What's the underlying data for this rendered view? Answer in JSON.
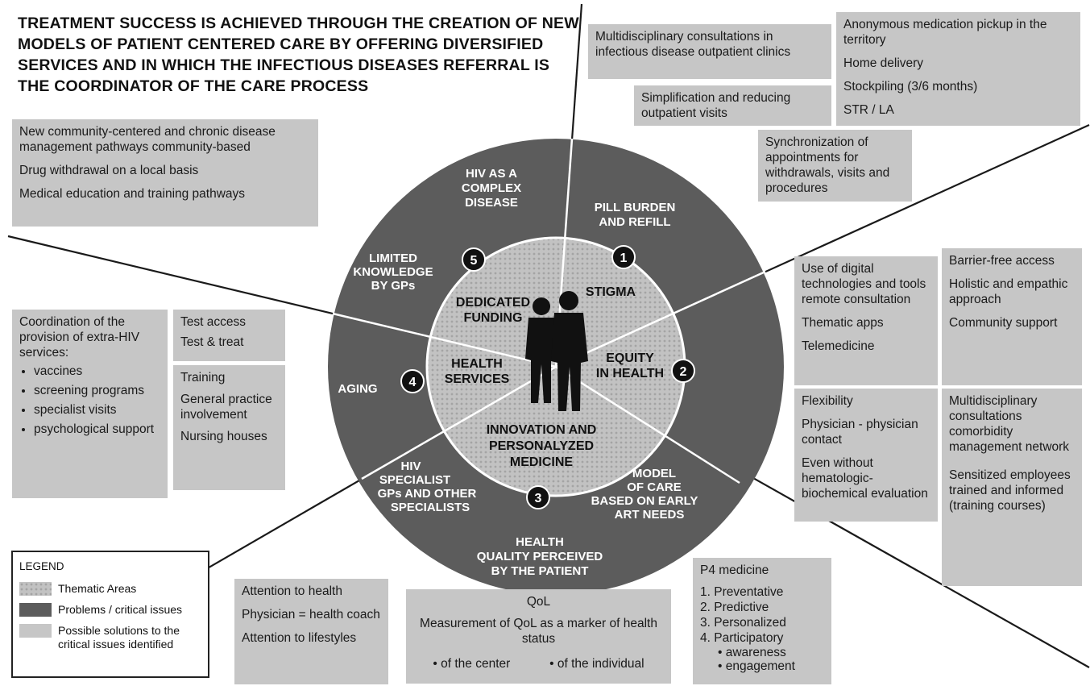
{
  "title": "TREATMENT SUCCESS IS ACHIEVED THROUGH THE CREATION OF NEW MODELS OF PATIENT CENTERED CARE BY OFFERING DIVERSIFIED SERVICES AND IN WHICH THE INFECTIOUS DISEASES REFERRAL IS THE COORDINATOR OF THE CARE PROCESS",
  "colors": {
    "problems": "#5c5c5c",
    "thematic": "#b7b7b7",
    "solutions": "#c6c6c6"
  },
  "inner": {
    "stigma": "STIGMA",
    "equity": [
      "EQUITY",
      "IN HEALTH"
    ],
    "innovation": [
      "INNOVATION AND",
      "PERSONALYZED",
      "MEDICINE"
    ],
    "health_services": [
      "HEALTH",
      "SERVICES"
    ],
    "funding": [
      "DEDICATED",
      "FUNDING"
    ]
  },
  "outer": {
    "pill": [
      "PILL BURDEN",
      "AND REFILL"
    ],
    "model": [
      "MODEL",
      "OF CARE",
      "BASED ON EARLY",
      "ART NEEDS"
    ],
    "quality": [
      "HEALTH",
      "QUALITY PERCEIVED",
      "BY THE PATIENT"
    ],
    "specialist": [
      "HIV",
      "SPECIALIST",
      "GPs AND OTHER",
      "SPECIALISTS"
    ],
    "aging": "AGING",
    "limited": [
      "LIMITED",
      "KNOWLEDGE",
      "BY GPs"
    ],
    "hiv_complex": [
      "HIV AS A",
      "COMPLEX",
      "DISEASE"
    ]
  },
  "numbers": [
    "1",
    "2",
    "3",
    "4",
    "5"
  ],
  "boxes": {
    "community": [
      "New community-centered and chronic disease management pathways community-based",
      "Drug withdrawal on a local basis",
      "Medical education and training pathways"
    ],
    "multidisciplinary": "Multidisciplinary consultations in infectious disease outpatient clinics",
    "simplification": "Simplification and reducing outpatient visits",
    "medication": [
      "Anonymous medication pickup in the territory",
      "Home delivery",
      "Stockpiling (3/6 months)",
      "STR / LA"
    ],
    "synchronization": "Synchronization of appointments for withdrawals, visits and procedures",
    "digital": [
      "Use of digital technologies and tools remote consultation",
      "Thematic apps",
      "Telemedicine"
    ],
    "barrier": [
      "Barrier-free access",
      "Holistic and empathic approach",
      "Community support"
    ],
    "flexibility": [
      "Flexibility",
      "Physician - physician contact",
      "Even without hematologic-biochemical evaluation"
    ],
    "comorbidity": [
      "Multidisciplinary consultations comorbidity management network",
      "Sensitized employees trained and informed (training courses)"
    ],
    "p4": {
      "title": "P4 medicine",
      "items": [
        "1. Preventative",
        "2. Predictive",
        "3. Personalized",
        "4. Participatory"
      ],
      "sub": [
        "• awareness",
        "• engagement"
      ]
    },
    "qol": {
      "title": "QoL",
      "text": "Measurement of QoL as a marker of health status",
      "left": "• of the center",
      "right": "• of the individual"
    },
    "attention": [
      "Attention to health",
      "Physician = health coach",
      "Attention to lifestyles"
    ],
    "coordination": {
      "title": "Coordination of the provision of extra-HIV services:",
      "items": [
        "vaccines",
        "screening programs",
        "specialist visits",
        "psychological support"
      ]
    },
    "test": [
      "Test access",
      "Test & treat"
    ],
    "training": [
      "Training",
      "General practice involvement",
      "Nursing houses"
    ]
  },
  "legend": {
    "title": "LEGEND",
    "items": [
      "Thematic Areas",
      "Problems / critical issues",
      "Possible solutions to the critical issues identified"
    ]
  }
}
